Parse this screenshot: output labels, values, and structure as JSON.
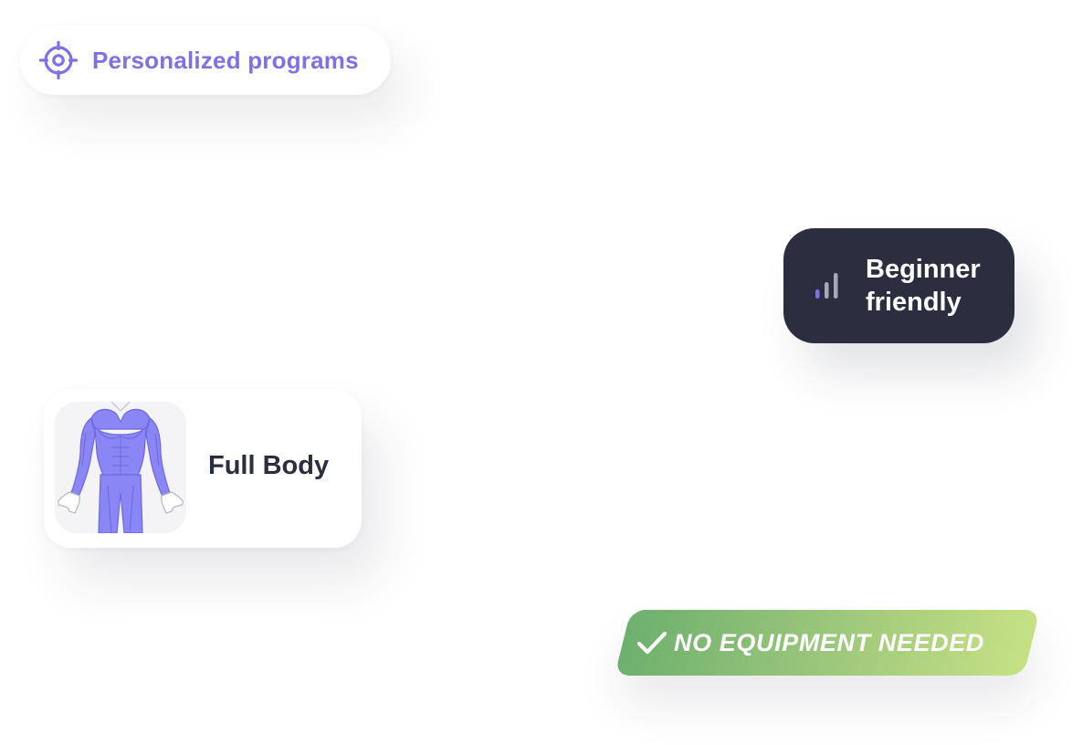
{
  "colors": {
    "accent_purple": "#8070e8",
    "dark_card": "#2b2e3f",
    "green_start": "#6db06e",
    "green_end": "#c6e184",
    "body_muscle": "#8a86f5"
  },
  "programs_pill": {
    "icon": "target-icon",
    "label": "Personalized programs"
  },
  "beginner_card": {
    "icon": "signal-bars-icon",
    "label": "Beginner friendly",
    "level_filled": 1,
    "level_total": 3
  },
  "body_card": {
    "image": "full-body-muscle-figure",
    "label": "Full Body"
  },
  "equipment_badge": {
    "icon": "check-icon",
    "label": "NO EQUIPMENT NEEDED"
  }
}
